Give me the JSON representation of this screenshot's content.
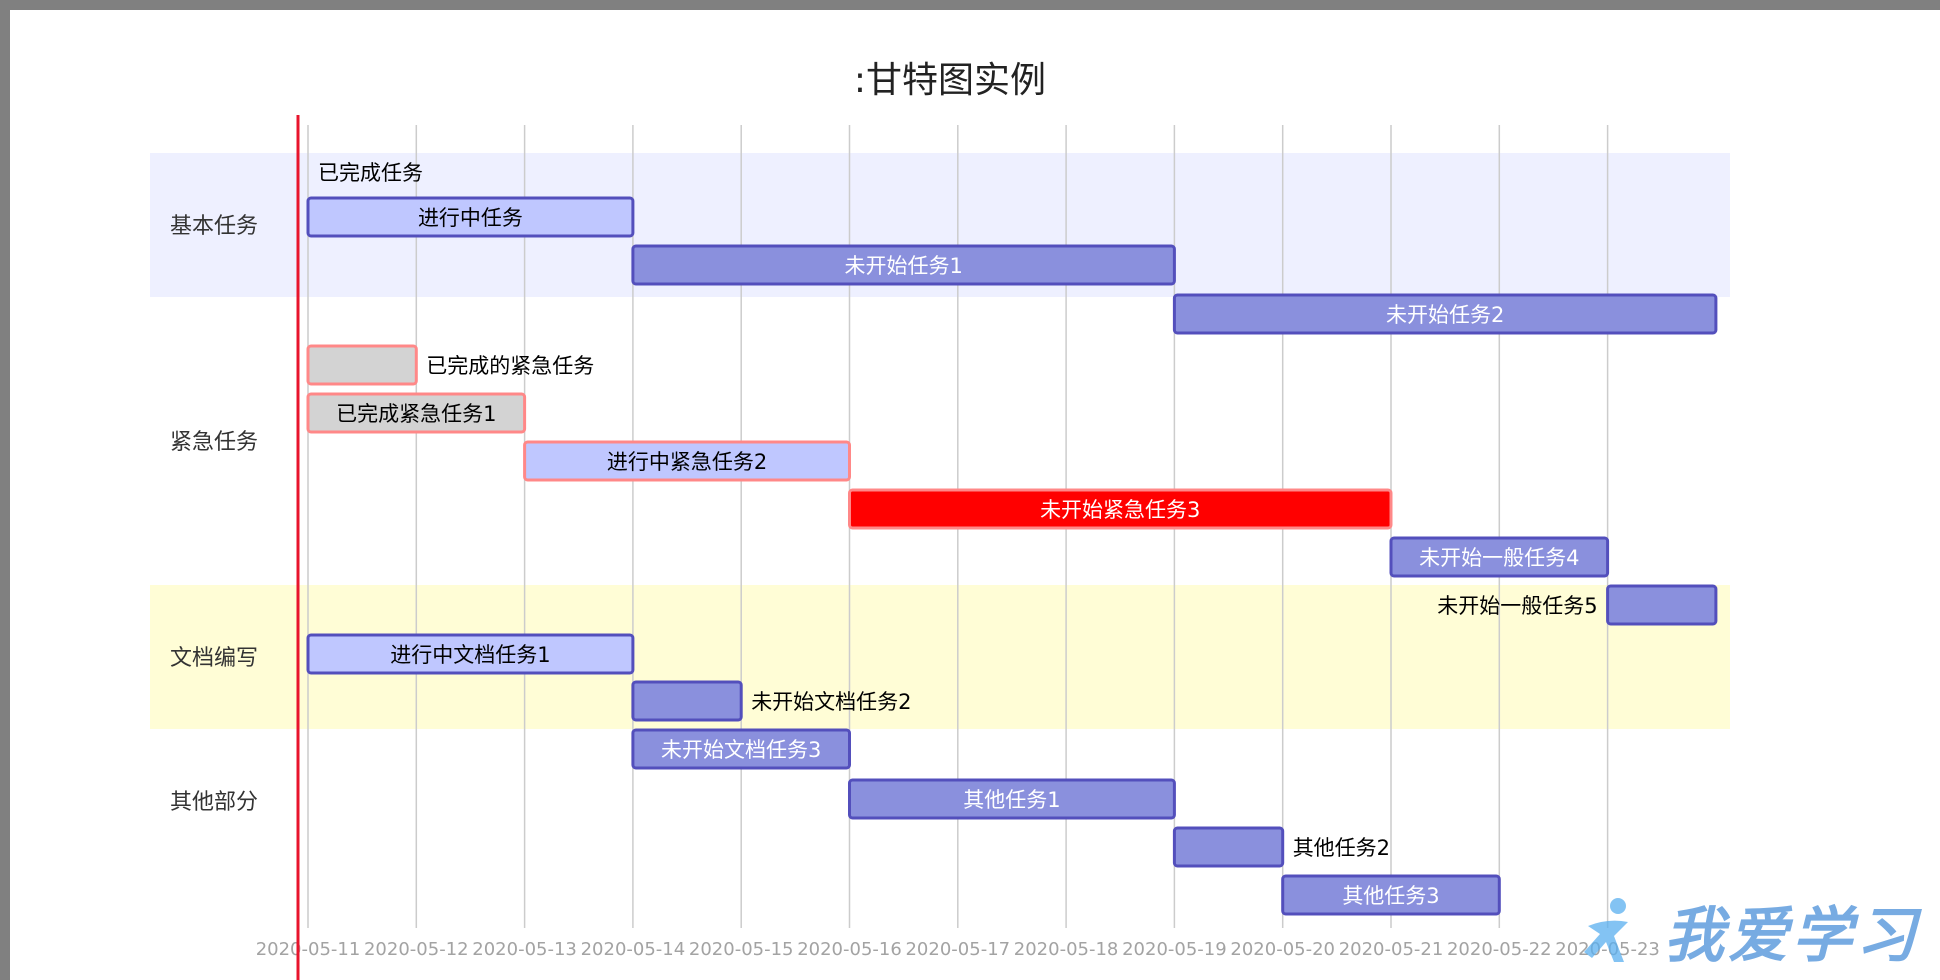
{
  "chart_data": {
    "type": "gantt",
    "title": ":甘特图实例",
    "x_ticks": [
      "2020-05-11",
      "2020-05-12",
      "2020-05-13",
      "2020-05-14",
      "2020-05-15",
      "2020-05-16",
      "2020-05-17",
      "2020-05-18",
      "2020-05-19",
      "2020-05-20",
      "2020-05-21",
      "2020-05-22",
      "2020-05-23"
    ],
    "xlim": [
      "2020-05-11",
      "2020-05-24"
    ],
    "today_marker": "2020-05-11",
    "grid": true,
    "colors": {
      "active": "#bfc7ff",
      "future": "#8a90dd",
      "done": "#d3d3d3",
      "critical_border": "#ff8888",
      "normal_border": "#534fbc",
      "crit_future": "#ff0000",
      "today_line": "#e8142c",
      "section_basic": "#eef0ff",
      "section_docs": "#fffdd6"
    },
    "sections": [
      {
        "name": "基本任务",
        "band": "#eef0ff",
        "rows": [
          0,
          2
        ]
      },
      {
        "name": "紧急任务",
        "band": "#ffffff",
        "rows": [
          3,
          8
        ]
      },
      {
        "name": "文档编写",
        "band": "#fffdd6",
        "rows": [
          9,
          11
        ]
      },
      {
        "name": "其他部分",
        "band": "#ffffff",
        "rows": [
          12,
          14
        ]
      }
    ],
    "tasks": [
      {
        "label": "已完成任务",
        "start": "2020-05-11",
        "end": "2020-05-11",
        "status": "done",
        "crit": false
      },
      {
        "label": "进行中任务",
        "start": "2020-05-11",
        "end": "2020-05-14",
        "status": "active",
        "crit": false
      },
      {
        "label": "未开始任务1",
        "start": "2020-05-14",
        "end": "2020-05-19",
        "status": "future",
        "crit": false
      },
      {
        "label": "未开始任务2",
        "start": "2020-05-19",
        "end": "2020-05-24",
        "status": "future",
        "crit": false
      },
      {
        "label": "已完成的紧急任务",
        "start": "2020-05-11",
        "end": "2020-05-12",
        "status": "done",
        "crit": true
      },
      {
        "label": "已完成紧急任务1",
        "start": "2020-05-11",
        "end": "2020-05-13",
        "status": "done",
        "crit": true
      },
      {
        "label": "进行中紧急任务2",
        "start": "2020-05-13",
        "end": "2020-05-16",
        "status": "active",
        "crit": true
      },
      {
        "label": "未开始紧急任务3",
        "start": "2020-05-16",
        "end": "2020-05-21",
        "status": "future",
        "crit": true
      },
      {
        "label": "未开始一般任务4",
        "start": "2020-05-21",
        "end": "2020-05-23",
        "status": "future",
        "crit": false
      },
      {
        "label": "未开始一般任务5",
        "start": "2020-05-23",
        "end": "2020-05-24",
        "status": "future",
        "crit": false
      },
      {
        "label": "进行中文档任务1",
        "start": "2020-05-11",
        "end": "2020-05-14",
        "status": "active",
        "crit": false
      },
      {
        "label": "未开始文档任务2",
        "start": "2020-05-14",
        "end": "2020-05-15",
        "status": "future",
        "crit": false
      },
      {
        "label": "未开始文档任务3",
        "start": "2020-05-14",
        "end": "2020-05-16",
        "status": "future",
        "crit": false
      },
      {
        "label": "其他任务1",
        "start": "2020-05-16",
        "end": "2020-05-19",
        "status": "future",
        "crit": false
      },
      {
        "label": "其他任务2",
        "start": "2020-05-19",
        "end": "2020-05-20",
        "status": "future",
        "crit": false
      },
      {
        "label": "其他任务3",
        "start": "2020-05-20",
        "end": "2020-05-22",
        "status": "future",
        "crit": false
      }
    ]
  },
  "watermark": {
    "text": "我爱学习",
    "logo_icon": "running-figure-icon"
  }
}
